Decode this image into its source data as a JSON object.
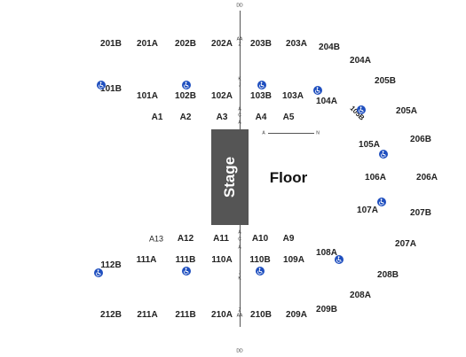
{
  "stage_label": "Stage",
  "floor_label": "Floor",
  "aisle_labels": {
    "top_dd": "DD",
    "bottom_dd": "DD",
    "top_aa": "AA",
    "top_z": "Z",
    "top_k": "K",
    "top_j": "J",
    "top_a": "A",
    "top_c": "C",
    "top_a2": "A",
    "bot_a": "A",
    "bot_c": "C",
    "bot_a2": "A",
    "bot_j": "J",
    "bot_k": "K",
    "bot_z": "Z",
    "bot_aa": "AA",
    "floor_row_start": "A",
    "floor_row_end": "N"
  },
  "sections": [
    "201B",
    "201A",
    "202B",
    "202A",
    "203B",
    "203A",
    "204B",
    "204A",
    "205B",
    "205A",
    "101B",
    "101A",
    "102B",
    "102A",
    "103B",
    "103A",
    "104A",
    "105B",
    "A1",
    "A2",
    "A3",
    "A4",
    "A5",
    "105A",
    "206B",
    "106A",
    "206A",
    "107A",
    "207B",
    "A13",
    "A12",
    "A11",
    "A10",
    "A9",
    "207A",
    "112B",
    "111A",
    "111B",
    "110A",
    "110B",
    "109A",
    "108A",
    "208B",
    "208A",
    "212B",
    "211A",
    "211B",
    "210A",
    "210B",
    "209A",
    "209B"
  ],
  "wheelchair_icon": "wheelchair-accessible-icon",
  "colors": {
    "stage": "#555555",
    "wheelchair": "#1f4fbf",
    "text": "#222222"
  }
}
